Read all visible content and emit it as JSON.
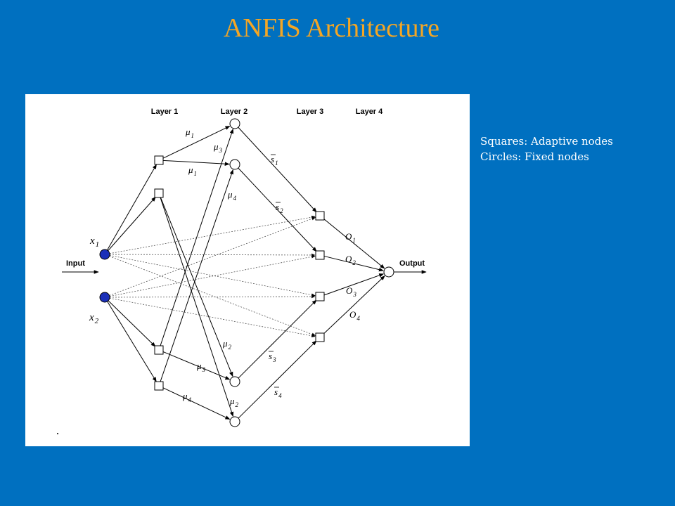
{
  "title": "ANFIS Architecture",
  "legend": {
    "squares": "Squares: Adaptive nodes",
    "circles": "Circles: Fixed nodes"
  },
  "diagram": {
    "layers": [
      {
        "id": "layer1",
        "label": "Layer 1"
      },
      {
        "id": "layer2",
        "label": "Layer 2"
      },
      {
        "id": "layer3",
        "label": "Layer 3"
      },
      {
        "id": "layer4",
        "label": "Layer 4"
      }
    ],
    "input_label": "Input",
    "output_label": "Output",
    "inputs": [
      {
        "id": "x1",
        "base": "x",
        "sub": "1"
      },
      {
        "id": "x2",
        "base": "x",
        "sub": "2"
      }
    ],
    "layer1_nodes": [
      "A1",
      "A2",
      "B1",
      "B2"
    ],
    "layer2_nodes": [
      "P1",
      "P2",
      "P3",
      "P4"
    ],
    "layer3_nodes": [
      "N1",
      "N2",
      "N3",
      "N4"
    ],
    "output_node": "Out",
    "edge_labels": [
      {
        "id": "mu1-top",
        "base": "μ",
        "sub": "1"
      },
      {
        "id": "mu3-top",
        "base": "μ",
        "sub": "3"
      },
      {
        "id": "mu1-mid",
        "base": "μ",
        "sub": "1"
      },
      {
        "id": "mu4-mid",
        "base": "μ",
        "sub": "4"
      },
      {
        "id": "mu2-low",
        "base": "μ",
        "sub": "2"
      },
      {
        "id": "mu3-low",
        "base": "μ",
        "sub": "3"
      },
      {
        "id": "mu4-bot",
        "base": "μ",
        "sub": "4"
      },
      {
        "id": "mu2-bot",
        "base": "μ",
        "sub": "2"
      },
      {
        "id": "s1",
        "base": "s",
        "sub": "1",
        "bar": true
      },
      {
        "id": "s2",
        "base": "s",
        "sub": "2",
        "bar": true
      },
      {
        "id": "s3",
        "base": "s",
        "sub": "3",
        "bar": true
      },
      {
        "id": "s4",
        "base": "s",
        "sub": "4",
        "bar": true
      },
      {
        "id": "o1",
        "base": "O",
        "sub": "1"
      },
      {
        "id": "o2",
        "base": "O",
        "sub": "2"
      },
      {
        "id": "o3",
        "base": "O",
        "sub": "3"
      },
      {
        "id": "o4",
        "base": "O",
        "sub": "4"
      }
    ],
    "edges_solid": [
      [
        "x1",
        "A1"
      ],
      [
        "x1",
        "A2"
      ],
      [
        "x2",
        "B1"
      ],
      [
        "x2",
        "B2"
      ],
      [
        "A1",
        "P1"
      ],
      [
        "A1",
        "P2"
      ],
      [
        "A2",
        "P3"
      ],
      [
        "A2",
        "P4"
      ],
      [
        "B1",
        "P1"
      ],
      [
        "B1",
        "P3"
      ],
      [
        "B2",
        "P2"
      ],
      [
        "B2",
        "P4"
      ],
      [
        "P1",
        "N1"
      ],
      [
        "P2",
        "N2"
      ],
      [
        "P3",
        "N3"
      ],
      [
        "P4",
        "N4"
      ],
      [
        "N1",
        "Out"
      ],
      [
        "N2",
        "Out"
      ],
      [
        "N3",
        "Out"
      ],
      [
        "N4",
        "Out"
      ]
    ],
    "edges_dotted": [
      [
        "x1",
        "N1"
      ],
      [
        "x1",
        "N2"
      ],
      [
        "x1",
        "N3"
      ],
      [
        "x1",
        "N4"
      ],
      [
        "x2",
        "N1"
      ],
      [
        "x2",
        "N2"
      ],
      [
        "x2",
        "N3"
      ],
      [
        "x2",
        "N4"
      ]
    ],
    "colors": {
      "background": "#0070c0",
      "title": "#f5a623",
      "input_node_fill": "#1a2fb8",
      "line": "#000000"
    }
  }
}
